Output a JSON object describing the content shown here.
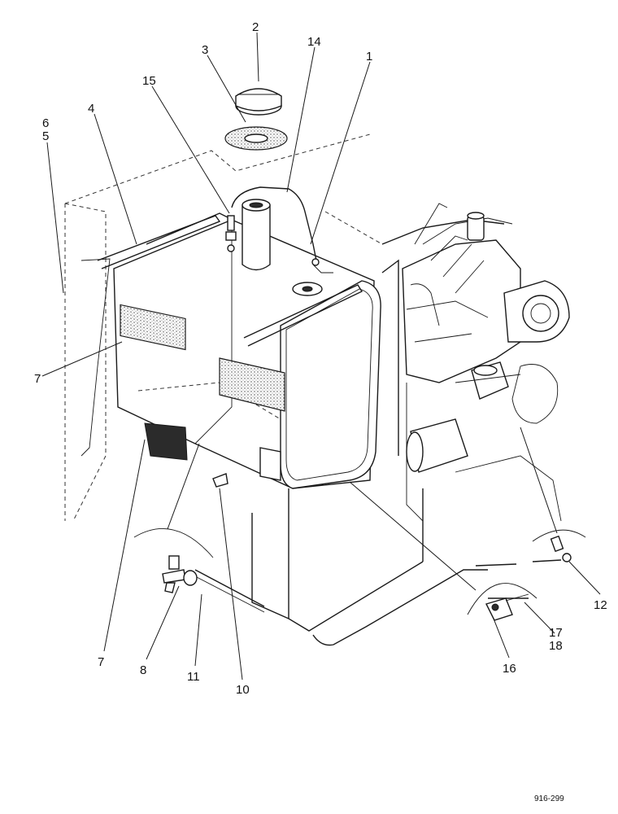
{
  "figure": {
    "reference": "916-299",
    "callouts": [
      {
        "id": "c1",
        "label": "1"
      },
      {
        "id": "c2",
        "label": "2"
      },
      {
        "id": "c3",
        "label": "3"
      },
      {
        "id": "c4",
        "label": "4"
      },
      {
        "id": "c5",
        "label": "5"
      },
      {
        "id": "c6",
        "label": "6"
      },
      {
        "id": "c7a",
        "label": "7"
      },
      {
        "id": "c7b",
        "label": "7"
      },
      {
        "id": "c8",
        "label": "8"
      },
      {
        "id": "c10",
        "label": "10"
      },
      {
        "id": "c11",
        "label": "11"
      },
      {
        "id": "c12",
        "label": "12"
      },
      {
        "id": "c14",
        "label": "14"
      },
      {
        "id": "c15",
        "label": "15"
      },
      {
        "id": "c16",
        "label": "16"
      },
      {
        "id": "c17",
        "label": "17"
      },
      {
        "id": "c18",
        "label": "18"
      }
    ]
  }
}
